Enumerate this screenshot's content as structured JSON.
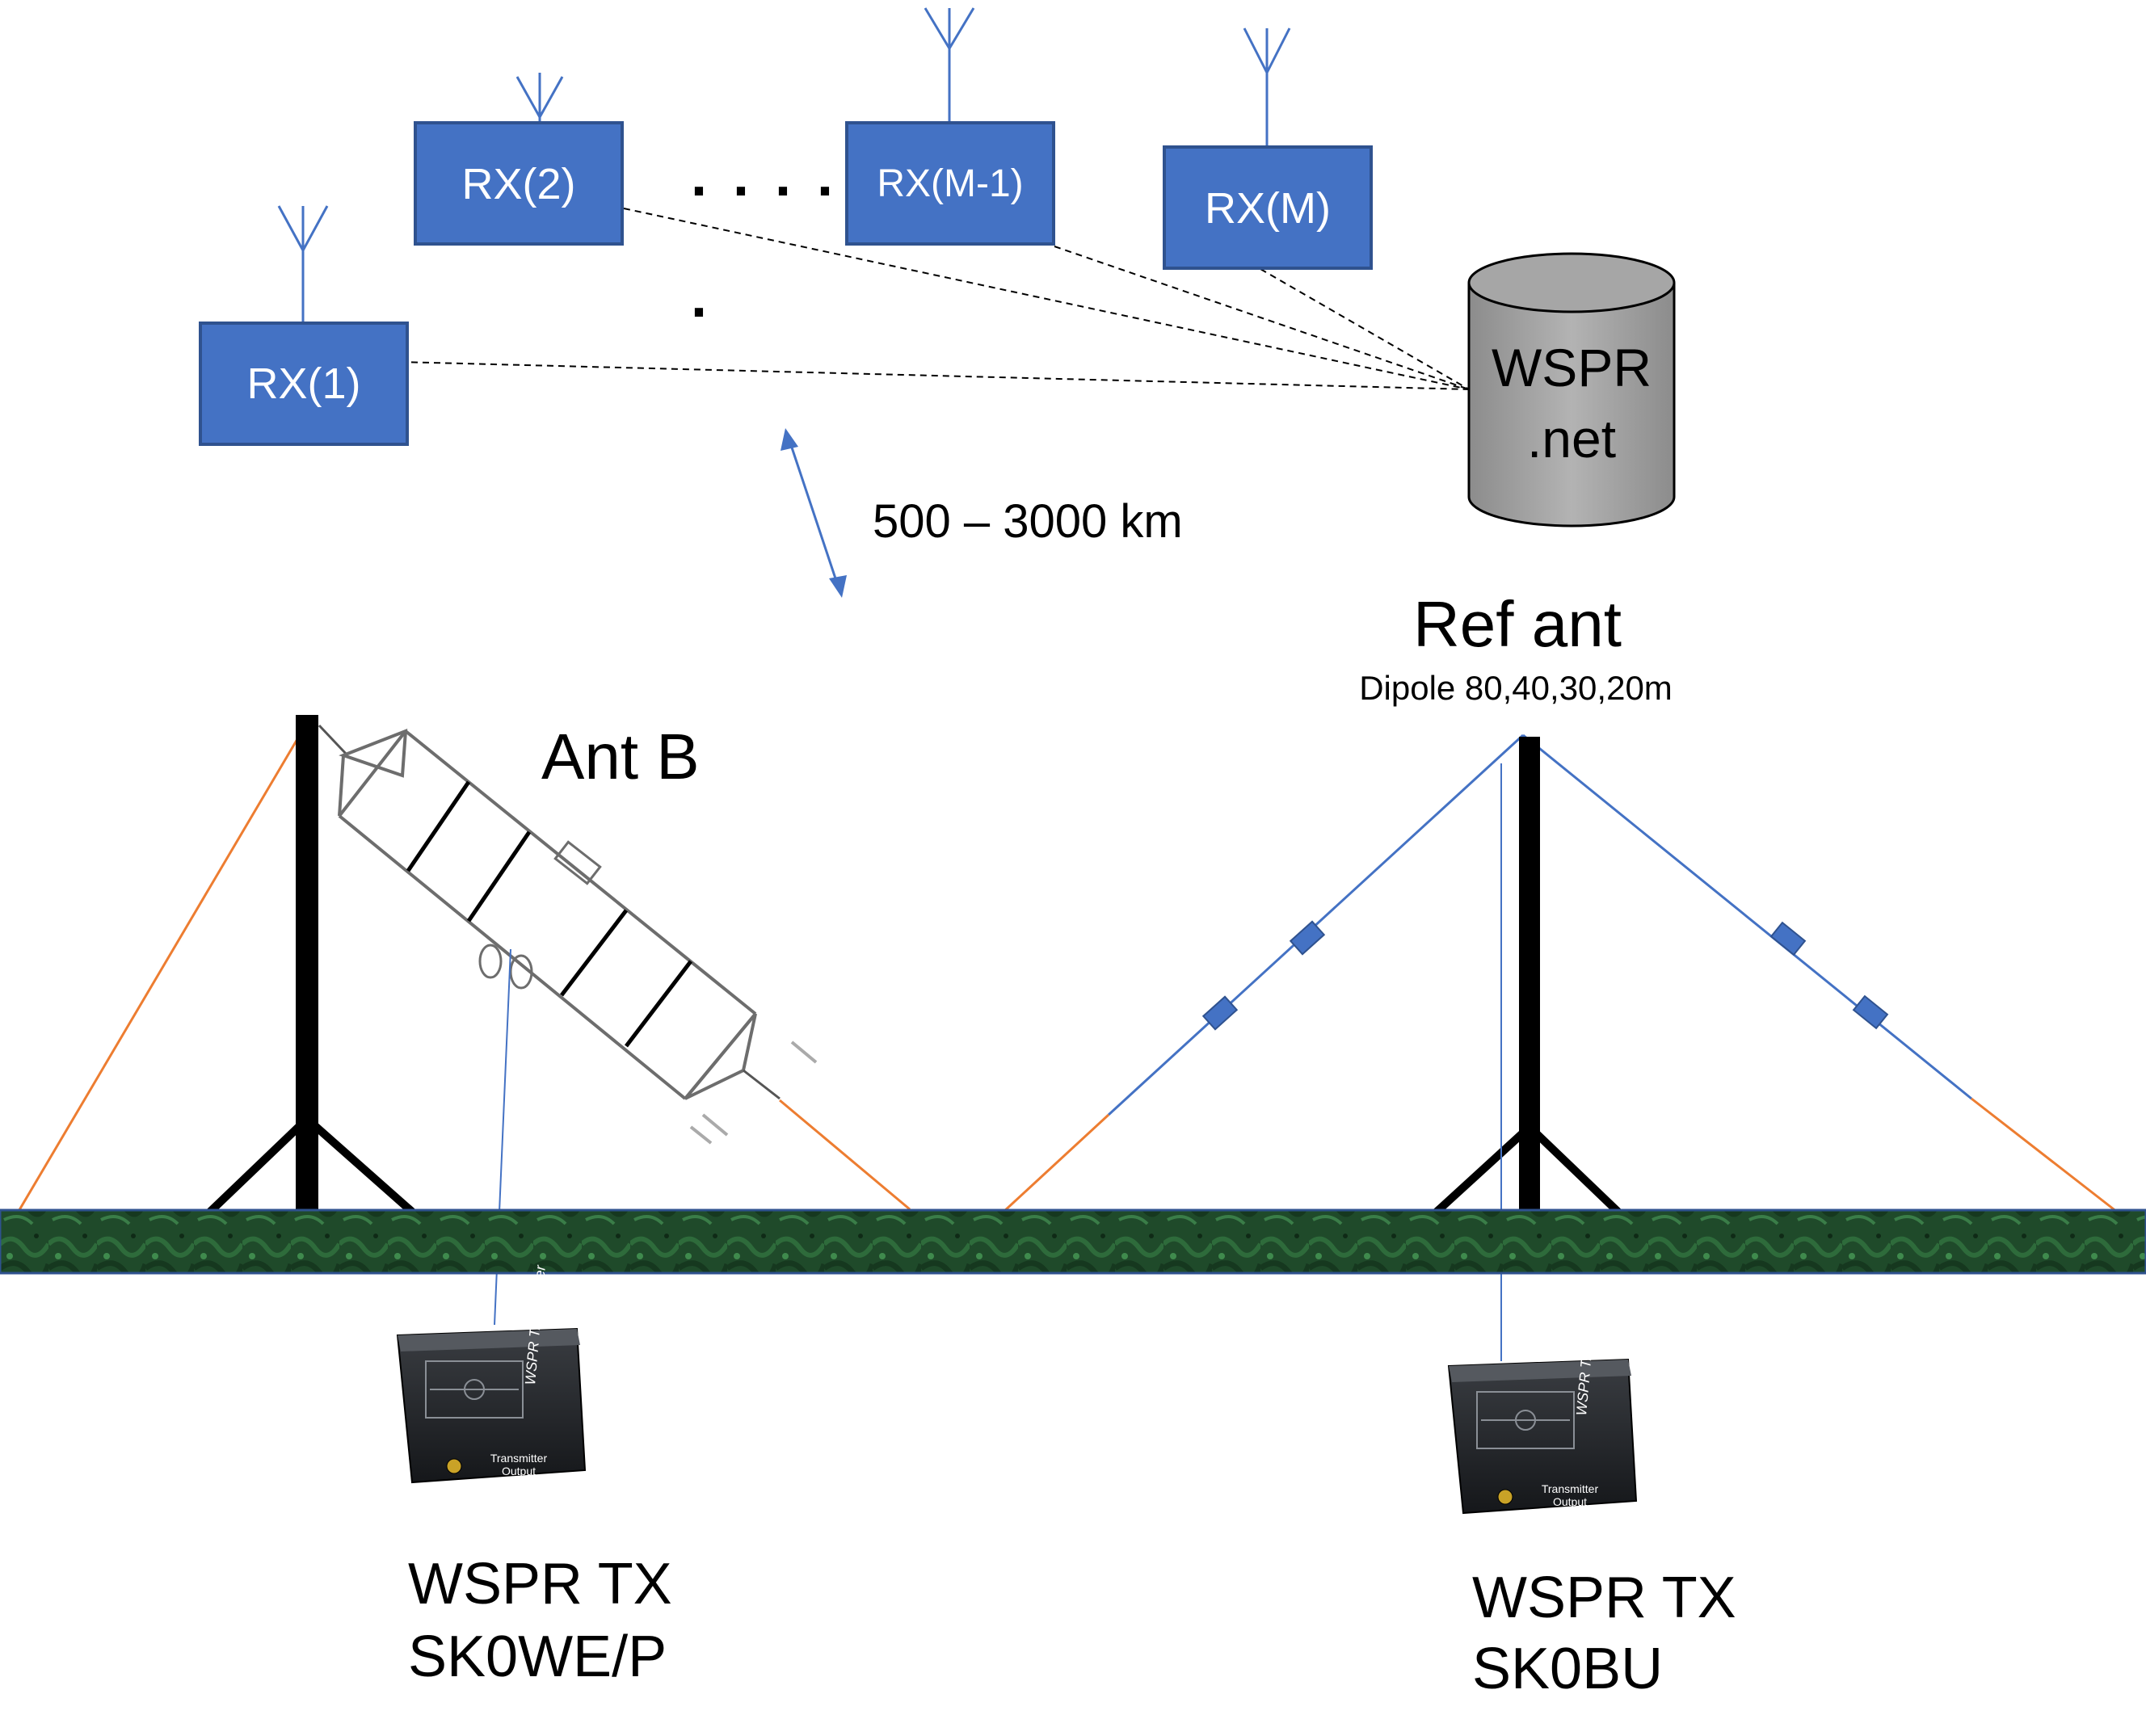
{
  "receivers": [
    {
      "id": "rx1",
      "label": "RX(1)"
    },
    {
      "id": "rx2",
      "label": "RX(2)"
    },
    {
      "id": "rxm1",
      "label": "RX(M-1)"
    },
    {
      "id": "rxm",
      "label": "RX(M)"
    }
  ],
  "ellipsis_dots": ". . . .",
  "single_dot": ".",
  "database": {
    "line1": "WSPR",
    "line2": ".net"
  },
  "distance_label": "500 – 3000 km",
  "ref_antenna": {
    "title": "Ref ant",
    "subtitle": "Dipole 80,40,30,20m"
  },
  "ant_b": {
    "title": "Ant B"
  },
  "transmitters": [
    {
      "line1": "WSPR TX",
      "line2": "SK0WE/P"
    },
    {
      "line1": "WSPR TX",
      "line2": "SK0BU"
    }
  ],
  "device_text": {
    "brand": "WSPR Transmitter",
    "port_line1": "Transmitter",
    "port_line2": "Output"
  },
  "colors": {
    "rx_box_fill": "#4472c4",
    "rx_box_border": "#2f528f",
    "database_fill": "#a6a6a6",
    "wire_blue": "#4472c4",
    "wire_orange": "#ed7d31",
    "ground": "#1e4d2b",
    "mast": "#000000"
  }
}
